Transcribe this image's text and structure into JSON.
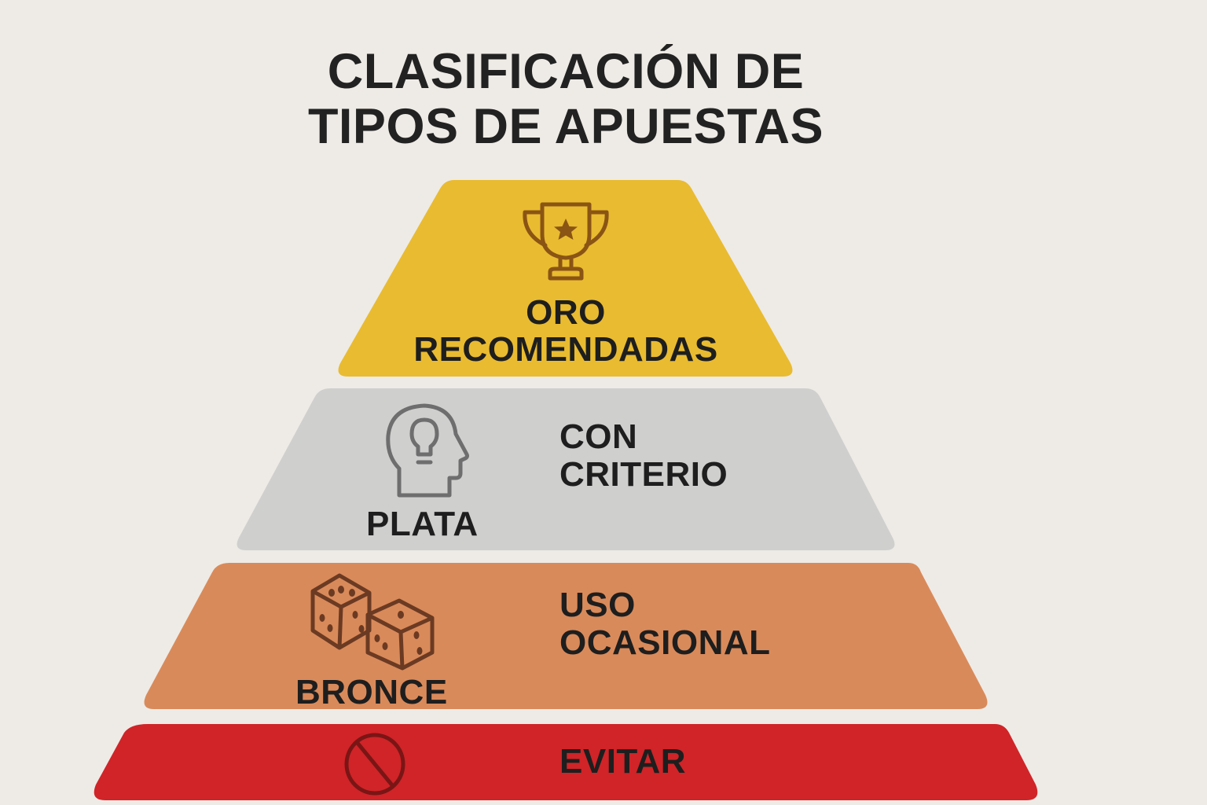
{
  "title": {
    "line1": "CLASIFICACIÓN DE",
    "line2": "TIPOS DE APUESTAS"
  },
  "tiers": [
    {
      "name": "ORO",
      "description": "RECOMENDADAS",
      "icon": "trophy-star-icon",
      "color": "#e9bb30",
      "icon_color": "#8a5414"
    },
    {
      "name": "PLATA",
      "description_line1": "CON",
      "description_line2": "CRITERIO",
      "icon": "head-lightbulb-icon",
      "color": "#cfcfce",
      "icon_color": "#6e6e6e"
    },
    {
      "name": "BRONCE",
      "description_line1": "USO",
      "description_line2": "OCASIONAL",
      "icon": "dice-icon",
      "color": "#d98a5a",
      "icon_color": "#6b3a22"
    },
    {
      "name": "EVITAR",
      "icon": "prohibited-icon",
      "color": "#d02428",
      "icon_color": "#7a1515"
    }
  ],
  "background": "#eeebe6"
}
